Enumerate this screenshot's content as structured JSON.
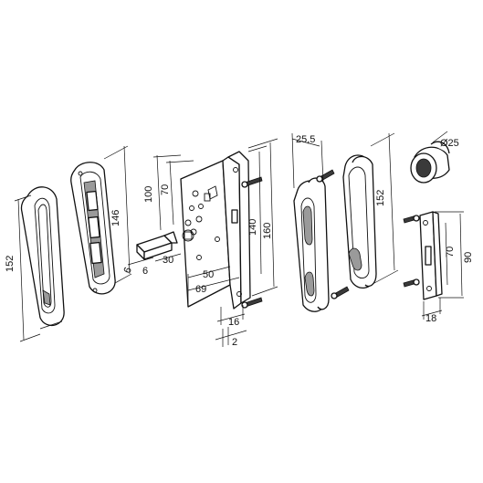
{
  "dimensions": {
    "d152_left": "152",
    "d146": "146",
    "d100": "100",
    "d70_lock": "70",
    "d140": "140",
    "d160": "160",
    "d50": "50",
    "d69": "69",
    "d30": "30",
    "d6a": "6",
    "d6b": "6",
    "d16": "16",
    "d2": "2",
    "d25_5": "25,5",
    "d152_right": "152",
    "d_phi25": "Ø25",
    "d70_strike": "70",
    "d90": "90",
    "d18": "18"
  },
  "colors": {
    "line": "#111111",
    "shade": "#9a9a9a",
    "background": "#ffffff"
  }
}
